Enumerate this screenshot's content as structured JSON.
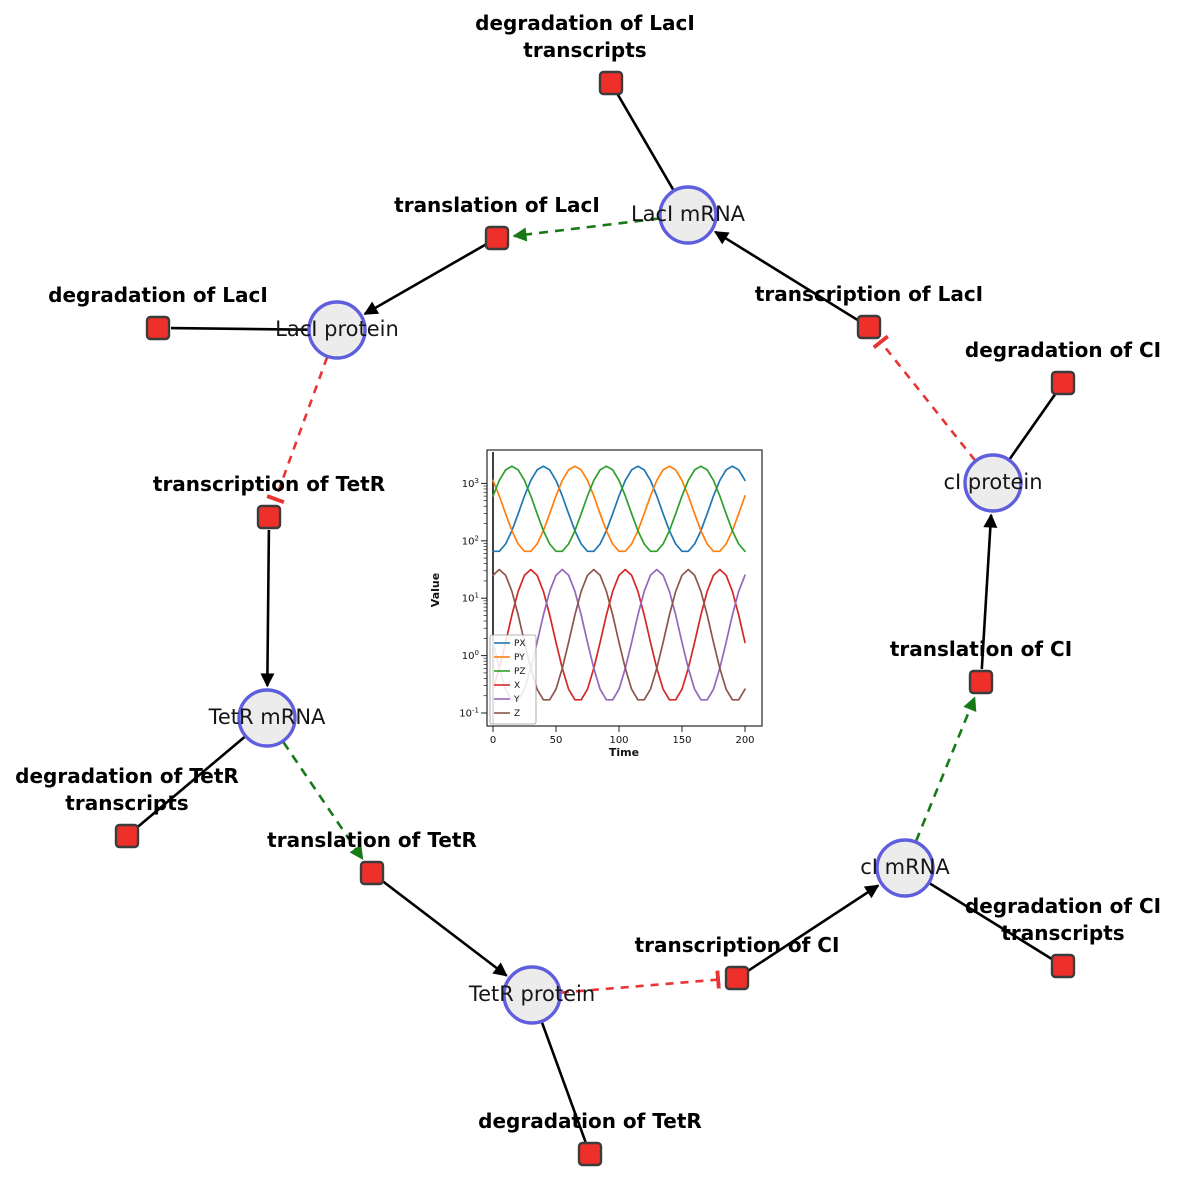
{
  "diagram": {
    "species": [
      {
        "id": "lacI_mRNA",
        "label": "LacI mRNA"
      },
      {
        "id": "lacI_protein",
        "label": "LacI protein"
      },
      {
        "id": "tetR_mRNA",
        "label": "TetR mRNA"
      },
      {
        "id": "tetR_protein",
        "label": "TetR protein"
      },
      {
        "id": "cI_mRNA",
        "label": "cI mRNA"
      },
      {
        "id": "cI_protein",
        "label": "cI protein"
      }
    ],
    "reactions": [
      {
        "id": "deg_lacI_tx",
        "label": "degradation of LacI transcripts",
        "lines": [
          "degradation of LacI",
          "transcripts"
        ]
      },
      {
        "id": "transl_lacI",
        "label": "translation of LacI",
        "lines": [
          "translation of LacI"
        ]
      },
      {
        "id": "deg_lacI",
        "label": "degradation of LacI",
        "lines": [
          "degradation of LacI"
        ]
      },
      {
        "id": "txn_lacI",
        "label": "transcription of LacI",
        "lines": [
          "transcription of LacI"
        ]
      },
      {
        "id": "deg_cI",
        "label": "degradation of CI",
        "lines": [
          "degradation of CI"
        ]
      },
      {
        "id": "txn_tetR",
        "label": "transcription of TetR",
        "lines": [
          "transcription of TetR"
        ]
      },
      {
        "id": "transl_cI",
        "label": "translation of CI",
        "lines": [
          "translation of CI"
        ]
      },
      {
        "id": "deg_tetR_tx",
        "label": "degradation of TetR transcripts",
        "lines": [
          "degradation of TetR",
          "transcripts"
        ]
      },
      {
        "id": "transl_tetR",
        "label": "translation of TetR",
        "lines": [
          "translation of TetR"
        ]
      },
      {
        "id": "deg_cI_tx",
        "label": "degradation of CI transcripts",
        "lines": [
          "degradation of CI",
          "transcripts"
        ]
      },
      {
        "id": "txn_cI",
        "label": "transcription of CI",
        "lines": [
          "transcription of CI"
        ]
      },
      {
        "id": "deg_tetR",
        "label": "degradation of TetR",
        "lines": [
          "degradation of TetR"
        ]
      }
    ],
    "edges": [
      {
        "from": "lacI_mRNA",
        "to": "deg_lacI_tx",
        "type": "consumption"
      },
      {
        "from": "txn_lacI",
        "to": "lacI_mRNA",
        "type": "production"
      },
      {
        "from": "lacI_mRNA",
        "to": "transl_lacI",
        "type": "modifier"
      },
      {
        "from": "transl_lacI",
        "to": "lacI_protein",
        "type": "production"
      },
      {
        "from": "lacI_protein",
        "to": "deg_lacI",
        "type": "consumption"
      },
      {
        "from": "lacI_protein",
        "to": "txn_tetR",
        "type": "inhibition"
      },
      {
        "from": "txn_tetR",
        "to": "tetR_mRNA",
        "type": "production"
      },
      {
        "from": "tetR_mRNA",
        "to": "deg_tetR_tx",
        "type": "consumption"
      },
      {
        "from": "tetR_mRNA",
        "to": "transl_tetR",
        "type": "modifier"
      },
      {
        "from": "transl_tetR",
        "to": "tetR_protein",
        "type": "production"
      },
      {
        "from": "tetR_protein",
        "to": "deg_tetR",
        "type": "consumption"
      },
      {
        "from": "tetR_protein",
        "to": "txn_cI",
        "type": "inhibition"
      },
      {
        "from": "txn_cI",
        "to": "cI_mRNA",
        "type": "production"
      },
      {
        "from": "cI_mRNA",
        "to": "deg_cI_tx",
        "type": "consumption"
      },
      {
        "from": "cI_mRNA",
        "to": "transl_cI",
        "type": "modifier"
      },
      {
        "from": "transl_cI",
        "to": "cI_protein",
        "type": "production"
      },
      {
        "from": "cI_protein",
        "to": "deg_cI",
        "type": "consumption"
      },
      {
        "from": "cI_protein",
        "to": "txn_lacI",
        "type": "inhibition"
      }
    ],
    "colors": {
      "species_fill": "#ececec",
      "species_stroke": "#5e5ede",
      "reaction_fill": "#ee2f2a",
      "reaction_stroke": "#3c3c3c",
      "production_edge": "#000000",
      "modifier_edge": "#177a17",
      "inhibition_edge": "#e93434"
    }
  },
  "chart_data": {
    "type": "line",
    "title": "",
    "xlabel": "Time",
    "ylabel": "Value",
    "x_ticks": [
      0,
      50,
      100,
      150,
      200
    ],
    "y_tick_exponents": [
      -1,
      0,
      1,
      2,
      3
    ],
    "xlim": [
      0,
      200
    ],
    "y_scale": "log",
    "legend_position": "lower left",
    "grid": false,
    "x": [
      0,
      5,
      10,
      15,
      20,
      25,
      30,
      35,
      40,
      45,
      50,
      55,
      60,
      65,
      70,
      75,
      80,
      85,
      90,
      95,
      100,
      105,
      110,
      115,
      120,
      125,
      130,
      135,
      140,
      145,
      150,
      155,
      160,
      165,
      170,
      175,
      180,
      185,
      190,
      195,
      200
    ],
    "series": [
      {
        "name": "PX",
        "color": "#1f77b4",
        "values": [
          65.5,
          65.5,
          88,
          150,
          296,
          605,
          1127,
          1722,
          1995,
          1722,
          1127,
          605,
          296,
          150,
          88,
          65.5,
          65.5,
          88,
          150,
          296,
          605,
          1127,
          1722,
          1995,
          1722,
          1127,
          605,
          296,
          150,
          88,
          65.5,
          65.5,
          88,
          150,
          296,
          605,
          1127,
          1722,
          1995,
          1722,
          1127
        ]
      },
      {
        "name": "PY",
        "color": "#ff7f0e",
        "values": [
          1127,
          605,
          296,
          150,
          88,
          65.5,
          65.5,
          88,
          150,
          296,
          605,
          1127,
          1722,
          1995,
          1722,
          1127,
          605,
          296,
          150,
          88,
          65.5,
          65.5,
          88,
          150,
          296,
          605,
          1127,
          1722,
          1995,
          1722,
          1127,
          605,
          296,
          150,
          88,
          65.5,
          65.5,
          88,
          150,
          296,
          605
        ]
      },
      {
        "name": "PZ",
        "color": "#2ca02c",
        "values": [
          605,
          1127,
          1722,
          1995,
          1722,
          1127,
          605,
          296,
          150,
          88,
          65.5,
          65.5,
          88,
          150,
          296,
          605,
          1127,
          1722,
          1995,
          1722,
          1127,
          605,
          296,
          150,
          88,
          65.5,
          65.5,
          88,
          150,
          296,
          605,
          1127,
          1722,
          1995,
          1722,
          1127,
          605,
          296,
          150,
          88,
          65.5
        ]
      },
      {
        "name": "X",
        "color": "#d62728",
        "values": [
          0.26,
          0.6,
          1.7,
          5.1,
          13.2,
          25.2,
          31.6,
          25.2,
          13.2,
          5.1,
          1.7,
          0.6,
          0.26,
          0.17,
          0.17,
          0.26,
          0.6,
          1.7,
          5.1,
          13.2,
          25.2,
          31.6,
          25.2,
          13.2,
          5.1,
          1.7,
          0.6,
          0.26,
          0.17,
          0.17,
          0.26,
          0.6,
          1.7,
          5.1,
          13.2,
          25.2,
          31.6,
          25.2,
          13.2,
          5.1,
          1.7
        ]
      },
      {
        "name": "Y",
        "color": "#9467bd",
        "values": [
          1.7,
          0.6,
          0.26,
          0.17,
          0.17,
          0.26,
          0.6,
          1.7,
          5.1,
          13.2,
          25.2,
          31.6,
          25.2,
          13.2,
          5.1,
          1.7,
          0.6,
          0.26,
          0.17,
          0.17,
          0.26,
          0.6,
          1.7,
          5.1,
          13.2,
          25.2,
          31.6,
          25.2,
          13.2,
          5.1,
          1.7,
          0.6,
          0.26,
          0.17,
          0.17,
          0.26,
          0.6,
          1.7,
          5.1,
          13.2,
          25.2
        ]
      },
      {
        "name": "Z",
        "color": "#8c564b",
        "values": [
          25.2,
          31.6,
          25.2,
          13.2,
          5.1,
          1.7,
          0.6,
          0.26,
          0.17,
          0.17,
          0.26,
          0.6,
          1.7,
          5.1,
          13.2,
          25.2,
          31.6,
          25.2,
          13.2,
          5.1,
          1.7,
          0.6,
          0.26,
          0.17,
          0.17,
          0.26,
          0.6,
          1.7,
          5.1,
          13.2,
          25.2,
          31.6,
          25.2,
          13.2,
          5.1,
          1.7,
          0.6,
          0.26,
          0.17,
          0.17,
          0.26
        ]
      }
    ]
  }
}
